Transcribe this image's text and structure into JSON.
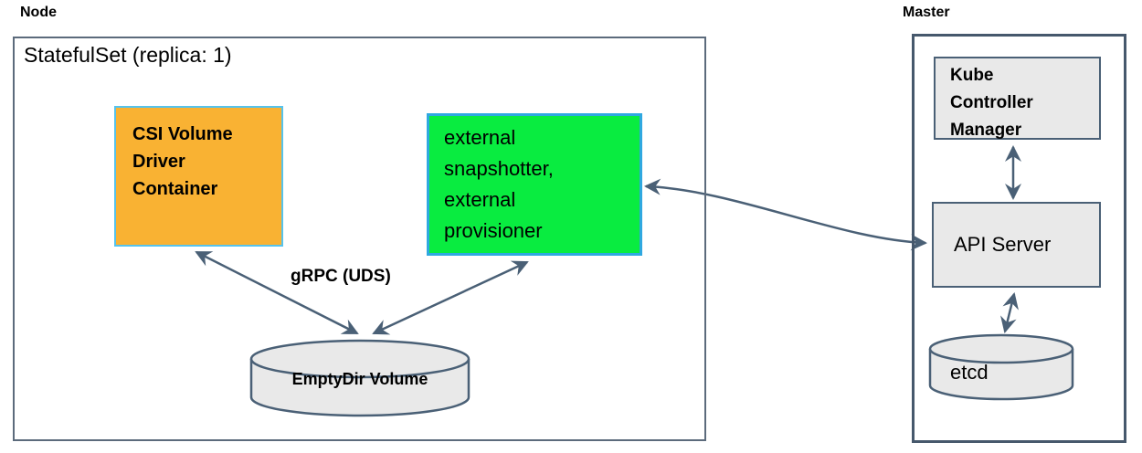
{
  "node": {
    "label": "Node",
    "statefulset_label": "StatefulSet (replica: 1)",
    "csi_driver_box": {
      "label": "CSI Volume\nDriver\nContainer"
    },
    "sidecar_box": {
      "label": "external\nsnapshotter,\nexternal\nprovisioner"
    },
    "grpc_label": "gRPC (UDS)",
    "emptydir_volume": {
      "label": "EmptyDir Volume"
    }
  },
  "master": {
    "label": "Master",
    "kube_controller_manager_box": {
      "label": "Kube\nController\nManager"
    },
    "api_server_box": {
      "label": "API Server"
    },
    "etcd_store": {
      "label": "etcd"
    }
  },
  "colors": {
    "csi_box_fill": "#F9B233",
    "csi_box_border": "#56C3EC",
    "sidecar_box_fill": "#09EC40",
    "sidecar_box_border": "#2FA8E0",
    "component_fill": "#E9E9E9",
    "component_border": "#4A6076",
    "arrow_stroke": "#4A6076",
    "node_border": "#5C6B7C",
    "master_border": "#46586C"
  }
}
